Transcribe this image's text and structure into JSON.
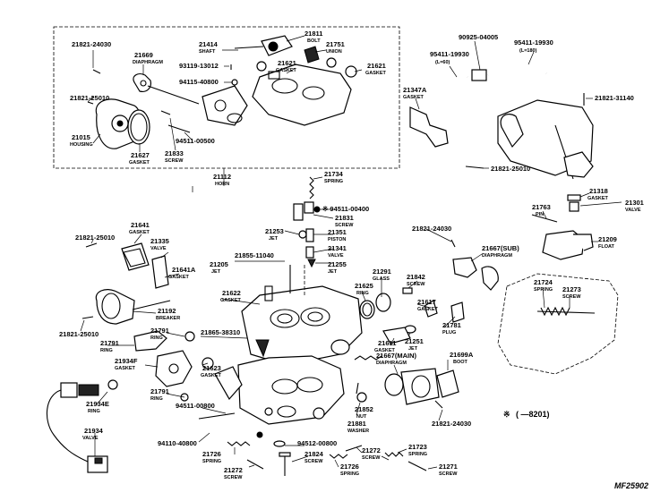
{
  "diagram": {
    "catalog_code": "MF25902",
    "legend": {
      "mark": "※",
      "text": "(  —8201)"
    },
    "groups": [
      {
        "id": "horn",
        "number": "21112",
        "name": "HORN"
      }
    ],
    "parts": [
      {
        "id": "p21821_24030a",
        "number": "21821-24030",
        "name": ""
      },
      {
        "id": "p21669",
        "number": "21669",
        "name": "DIAPHRAGM"
      },
      {
        "id": "p21414",
        "number": "21414",
        "name": "SHAFT"
      },
      {
        "id": "p21811",
        "number": "21811",
        "name": "BOLT"
      },
      {
        "id": "p21751",
        "number": "21751",
        "name": "UNION"
      },
      {
        "id": "p93119",
        "number": "93119-13012",
        "name": ""
      },
      {
        "id": "p21621a",
        "number": "21621",
        "name": "GASKET"
      },
      {
        "id": "p21621b",
        "number": "21621",
        "name": "GASKET"
      },
      {
        "id": "p94115",
        "number": "94115-40800",
        "name": ""
      },
      {
        "id": "p21821_25010a",
        "number": "21821-25010",
        "name": ""
      },
      {
        "id": "p21015",
        "number": "21015",
        "name": "HOUSING"
      },
      {
        "id": "p21627",
        "number": "21627",
        "name": "GASKET"
      },
      {
        "id": "p94511_00500",
        "number": "94511-00500",
        "name": ""
      },
      {
        "id": "p21833",
        "number": "21833",
        "name": "SCREW"
      },
      {
        "id": "p90925",
        "number": "90925-04005",
        "name": ""
      },
      {
        "id": "p95411a",
        "number": "95411-19930",
        "name": "(L=60)"
      },
      {
        "id": "p95411b",
        "number": "95411-19930",
        "name": "(L=180)"
      },
      {
        "id": "p21347a",
        "number": "21347A",
        "name": "GASKET"
      },
      {
        "id": "p21821_31140",
        "number": "21821-31140",
        "name": ""
      },
      {
        "id": "p21821_25010b",
        "number": "21821-25010",
        "name": ""
      },
      {
        "id": "p21734",
        "number": "21734",
        "name": "SPRING"
      },
      {
        "id": "p94511_00400",
        "number": "※ 94511-00400",
        "name": ""
      },
      {
        "id": "p21831",
        "number": "21831",
        "name": "SCREW"
      },
      {
        "id": "p21253",
        "number": "21253",
        "name": "JET"
      },
      {
        "id": "p21351",
        "number": "21351",
        "name": "PISTON"
      },
      {
        "id": "p21341",
        "number": "21341",
        "name": "VALVE"
      },
      {
        "id": "p21255",
        "number": "21255",
        "name": "JET"
      },
      {
        "id": "p21318",
        "number": "21318",
        "name": "GASKET"
      },
      {
        "id": "p21301",
        "number": "21301",
        "name": "VALVE"
      },
      {
        "id": "p21763",
        "number": "21763",
        "name": "PIN"
      },
      {
        "id": "p21209",
        "number": "21209",
        "name": "FLOAT"
      },
      {
        "id": "p21641",
        "number": "21641",
        "name": "GASKET"
      },
      {
        "id": "p21821_25010c",
        "number": "21821-25010",
        "name": ""
      },
      {
        "id": "p21335",
        "number": "21335",
        "name": "VALVE"
      },
      {
        "id": "p21641a",
        "number": "21641A",
        "name": "GASKET"
      },
      {
        "id": "p21205",
        "number": "21205",
        "name": "JET"
      },
      {
        "id": "p21855",
        "number": "21855-11040",
        "name": ""
      },
      {
        "id": "p21821_24030b",
        "number": "21821-24030",
        "name": ""
      },
      {
        "id": "p21667sub",
        "number": "21667(SUB)",
        "name": "DIAPHRAGM"
      },
      {
        "id": "p21291",
        "number": "21291",
        "name": "GLASS"
      },
      {
        "id": "p21625",
        "number": "21625",
        "name": "RING"
      },
      {
        "id": "p21842",
        "number": "21842",
        "name": "SCREW"
      },
      {
        "id": "p21724",
        "number": "21724",
        "name": "SPRING"
      },
      {
        "id": "p21273",
        "number": "21273",
        "name": "SCREW"
      },
      {
        "id": "p21622",
        "number": "21622",
        "name": "GASKET"
      },
      {
        "id": "p21617",
        "number": "21617",
        "name": "GASKET"
      },
      {
        "id": "p21192",
        "number": "21192",
        "name": "BREAKER"
      },
      {
        "id": "p21821_25010d",
        "number": "21821-25010",
        "name": ""
      },
      {
        "id": "p21791a",
        "number": "21791",
        "name": "RING"
      },
      {
        "id": "p21865",
        "number": "21865-38310",
        "name": ""
      },
      {
        "id": "p21781",
        "number": "21781",
        "name": "PLUG"
      },
      {
        "id": "p21791b",
        "number": "21791",
        "name": "RING"
      },
      {
        "id": "p21611",
        "number": "21611",
        "name": "GASKET"
      },
      {
        "id": "p21251",
        "number": "21251",
        "name": "JET"
      },
      {
        "id": "p21934f",
        "number": "21934F",
        "name": "GASKET"
      },
      {
        "id": "p21623",
        "number": "21623",
        "name": "GASKET"
      },
      {
        "id": "p21667main",
        "number": "21667(MAIN)",
        "name": "DIAPHRAGM"
      },
      {
        "id": "p21699a",
        "number": "21699A",
        "name": "BOOT"
      },
      {
        "id": "p21934e",
        "number": "21934E",
        "name": "RING"
      },
      {
        "id": "p21791c",
        "number": "21791",
        "name": "RING"
      },
      {
        "id": "p94511_00800",
        "number": "94511-00800",
        "name": ""
      },
      {
        "id": "p21852",
        "number": "21852",
        "name": "NUT"
      },
      {
        "id": "p21881",
        "number": "21881",
        "name": "WASHER"
      },
      {
        "id": "p21821_24030c",
        "number": "21821-24030",
        "name": ""
      },
      {
        "id": "p21934",
        "number": "21934",
        "name": "VALVE"
      },
      {
        "id": "p94110",
        "number": "94110-40800",
        "name": ""
      },
      {
        "id": "p94512",
        "number": "94512-00800",
        "name": ""
      },
      {
        "id": "p21726a",
        "number": "21726",
        "name": "SPRING"
      },
      {
        "id": "p21824",
        "number": "21824",
        "name": "SCREW"
      },
      {
        "id": "p21272a",
        "number": "21272",
        "name": "SCREW"
      },
      {
        "id": "p21723",
        "number": "21723",
        "name": "SPRING"
      },
      {
        "id": "p21726b",
        "number": "21726",
        "name": "SPRING"
      },
      {
        "id": "p21272b",
        "number": "21272",
        "name": "SCREW"
      },
      {
        "id": "p21271",
        "number": "21271",
        "name": "SCREW"
      }
    ]
  }
}
